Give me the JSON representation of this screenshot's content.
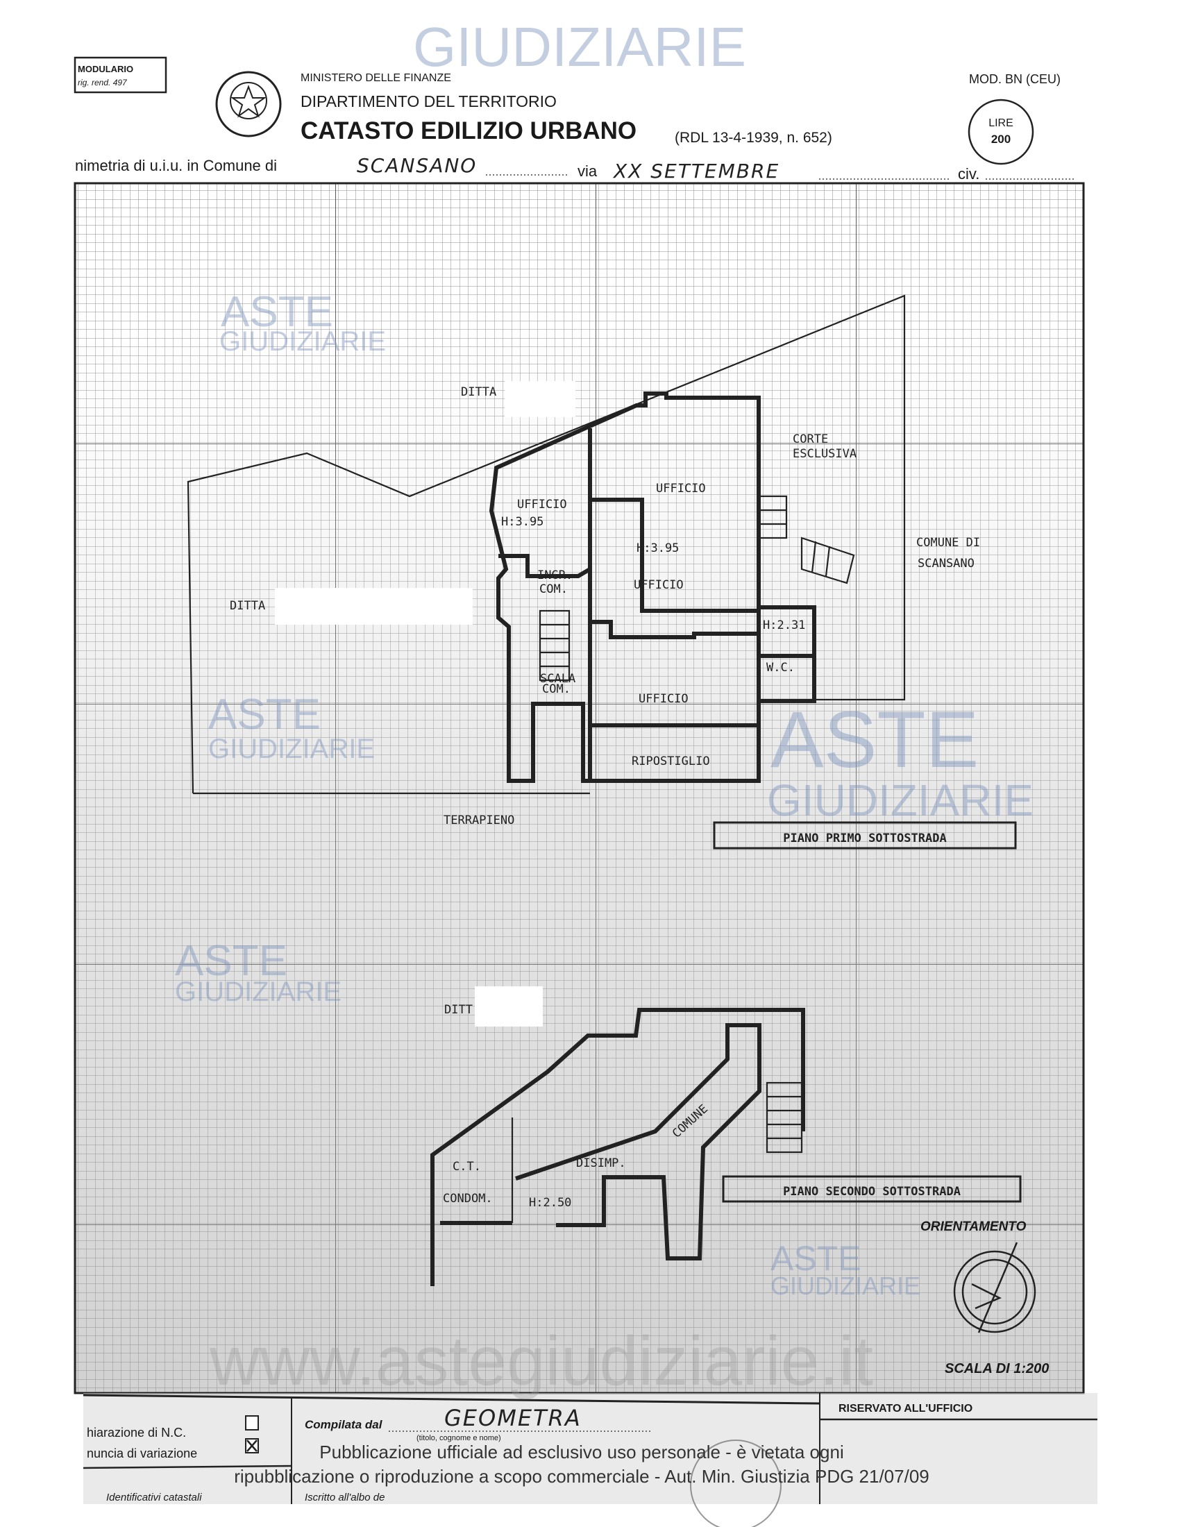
{
  "header": {
    "modulario": [
      "MODULARIO",
      "rig. rend. 497"
    ],
    "ministry": "MINISTERO DELLE FINANZE",
    "department": "DIPARTIMENTO DEL TERRITORIO",
    "title": "CATASTO EDILIZIO URBANO",
    "law_ref": "(RDL 13-4-1939, n. 652)",
    "model": "MOD. BN (CEU)",
    "stamp_currency": "LIRE",
    "stamp_value": "200",
    "plan_prefix": "nimetria di u.i.u. in Comune di",
    "comune": "SCANSANO",
    "via_label": "via",
    "via": "XX SETTEMBRE",
    "civ_label": "civ."
  },
  "plan_first": {
    "ditta_top": "DITTA",
    "ditta_left": "DITTA",
    "corte": [
      "CORTE",
      "ESCLUSIVA"
    ],
    "comune_di": [
      "COMUNE DI",
      "SCANSANO"
    ],
    "rooms": {
      "ufficio_top": "UFFICIO",
      "ufficio_left": "UFFICIO",
      "height_left": "H:3.95",
      "height_center": "H:3.95",
      "ufficio_center": "UFFICIO",
      "ingr": [
        "INGR.",
        "COM."
      ],
      "height_bath": "H:2.31",
      "wc": "W.C.",
      "scala": [
        "SCALA",
        "COM."
      ],
      "ufficio_bottom": "UFFICIO",
      "ripostiglio": "RIPOSTIGLIO"
    },
    "terrapieno": "TERRAPIENO",
    "floor_label": "PIANO PRIMO SOTTOSTRADA"
  },
  "plan_second": {
    "ditta": "DITT",
    "ct": "C.T.",
    "condom": "CONDOM.",
    "height": "H:2.50",
    "disimp": "DISIMP.",
    "comune": "COMUNE",
    "floor_label": "PIANO SECONDO SOTTOSTRADA"
  },
  "orientation_label": "ORIENTAMENTO",
  "scale_label": "SCALA DI 1:200",
  "footer": {
    "declaration_nc": "hiarazione di N.C.",
    "declaration_nc_checked": false,
    "variation": "nuncia di variazione",
    "variation_checked": true,
    "compiled_by_label": "Compilata dal",
    "compiled_by": "GEOMETRA",
    "compiled_hint": "(titolo, cognome e nome)",
    "reserved": "RISERVATO ALL'UFFICIO",
    "identifiers": "Identificativi catastali",
    "registered": "Iscritto all'albo de"
  },
  "notice": [
    "Pubblicazione ufficiale ad esclusivo uso personale - è vietata ogni",
    "ripubblicazione o riproduzione a scopo commerciale - Aut. Min. Giustizia PDG 21/07/09"
  ],
  "watermark": {
    "brand": [
      "ASTE",
      "GIUDIZIARIE"
    ],
    "site": "www.astegiudiziarie.it"
  }
}
